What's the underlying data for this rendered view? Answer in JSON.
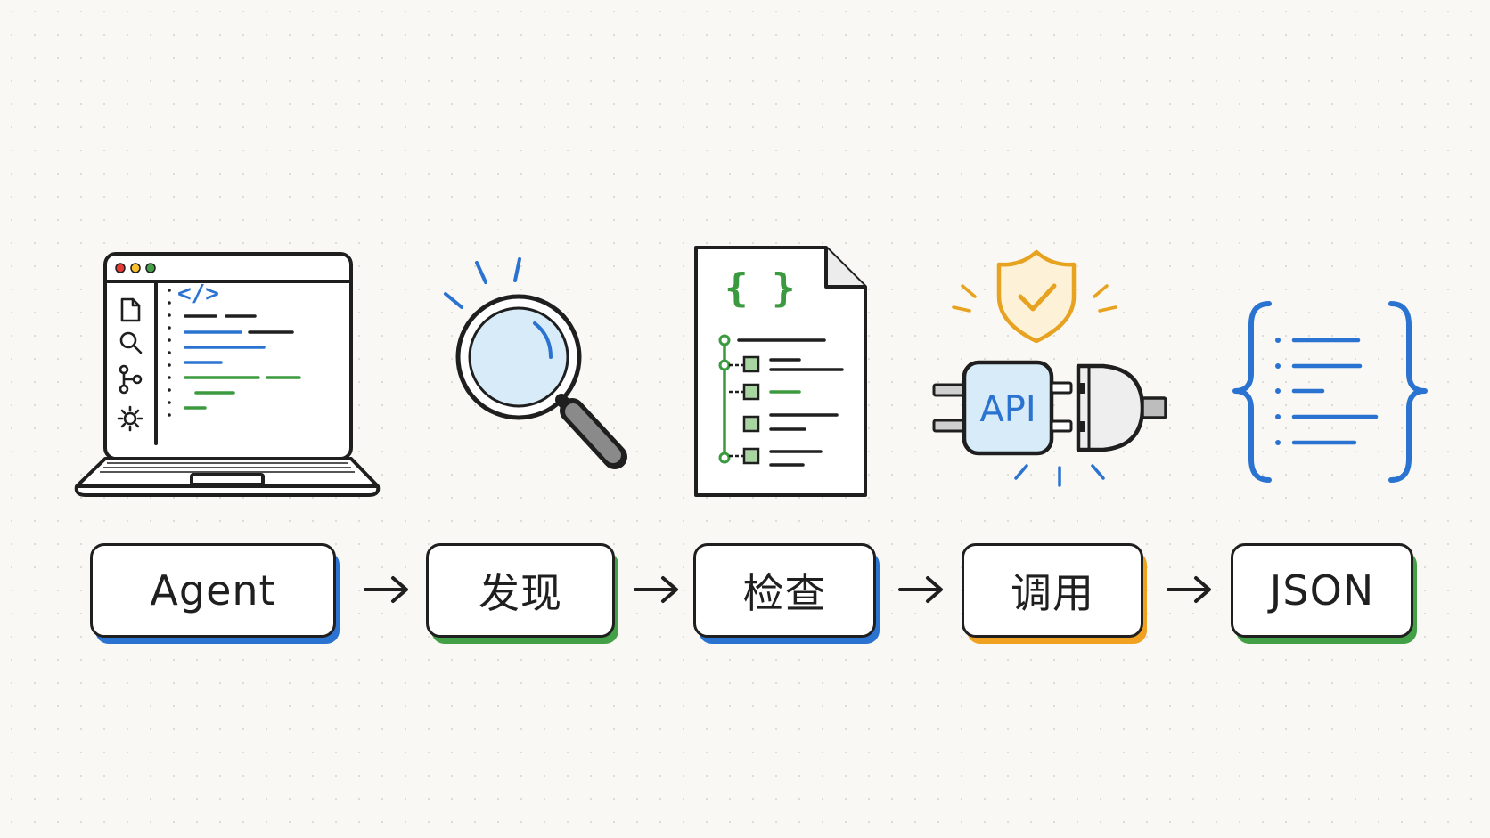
{
  "steps": [
    {
      "id": "agent",
      "label": "Agent",
      "accent": "#2b73d1",
      "icon": "laptop-code-icon"
    },
    {
      "id": "discover",
      "label": "发现",
      "accent": "#43a047",
      "icon": "magnifier-icon"
    },
    {
      "id": "inspect",
      "label": "检查",
      "accent": "#2b73d1",
      "icon": "json-document-icon"
    },
    {
      "id": "invoke",
      "label": "调用",
      "accent": "#f0a11f",
      "icon": "api-plug-icon"
    },
    {
      "id": "json",
      "label": "JSON",
      "accent": "#43a047",
      "icon": "json-braces-icon"
    }
  ],
  "laptop": {
    "code_tag": "</>"
  },
  "plug": {
    "label": "API"
  },
  "colors": {
    "ink": "#1f1f1f",
    "blue": "#2b73d1",
    "green": "#3b9a3f",
    "orange": "#e7a21f",
    "red": "#e53935"
  }
}
